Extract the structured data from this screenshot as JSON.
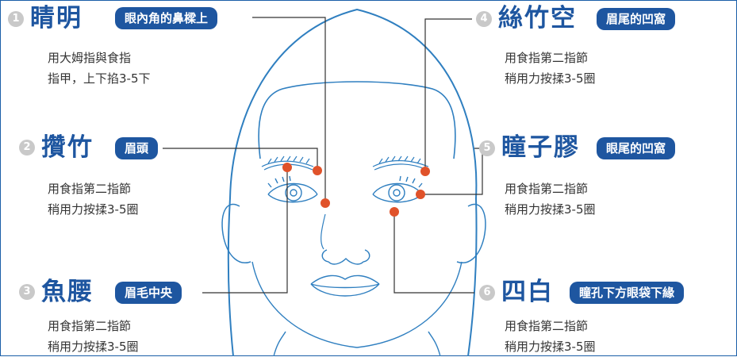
{
  "colors": {
    "accent": "#1e56a0",
    "badge": "#c9c9c9",
    "dot": "#e0522a",
    "line": "#4a90c9",
    "text": "#333333"
  },
  "points": [
    {
      "num": "1",
      "name": "睛明",
      "location": "眼內角的鼻樑上",
      "line1": "用大姆指與食指",
      "line2": "指甲，上下掐3-5下"
    },
    {
      "num": "2",
      "name": "攢竹",
      "location": "眉頭",
      "line1": "用食指第二指節",
      "line2": "稍用力按揉3-5圈"
    },
    {
      "num": "3",
      "name": "魚腰",
      "location": "眉毛中央",
      "line1": "用食指第二指節",
      "line2": "稍用力按揉3-5圈"
    },
    {
      "num": "4",
      "name": "絲竹空",
      "location": "眉尾的凹窩",
      "line1": "用食指第二指節",
      "line2": "稍用力按揉3-5圈"
    },
    {
      "num": "5",
      "name": "瞳子膠",
      "location": "眼尾的凹窩",
      "line1": "用食指第二指節",
      "line2": "稍用力按揉3-5圈"
    },
    {
      "num": "6",
      "name": "四白",
      "location": "瞳孔下方眼袋下緣",
      "line1": "用食指第二指節",
      "line2": "稍用力按揉3-5圈"
    }
  ]
}
